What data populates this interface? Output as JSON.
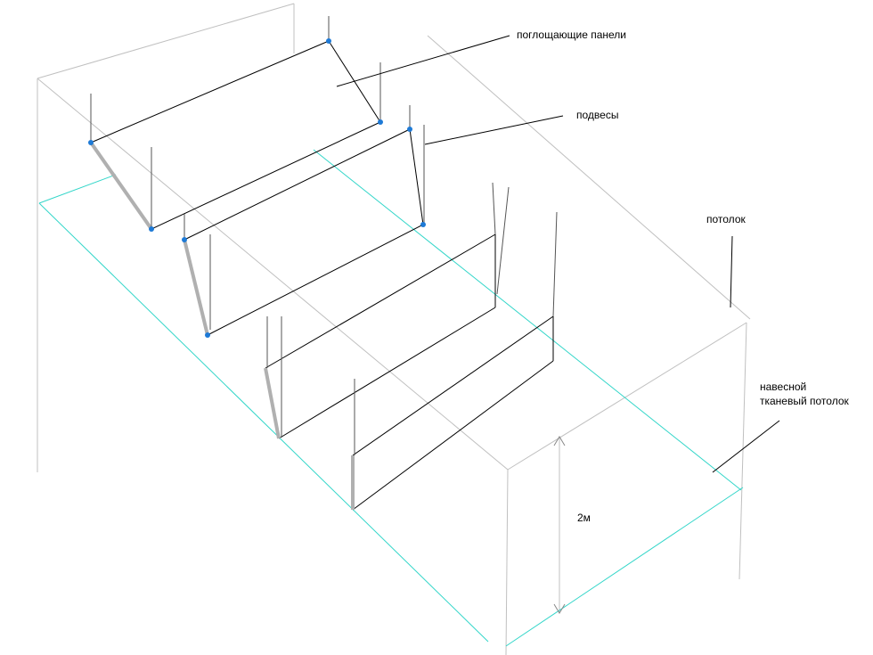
{
  "labels": {
    "panels": "поглощающие панели",
    "hangers": "подвесы",
    "ceiling": "потолок",
    "fabric_ceiling_line1": "навесной",
    "fabric_ceiling_line2": "тканевый потолок",
    "height": "2м"
  },
  "colors": {
    "room_edge": "#c0c0c0",
    "fabric_edge": "#33d6c9",
    "panel_edge": "#000000",
    "panel_side": "#b0b0b0",
    "node": "#1e7ad6",
    "leader": "#000000"
  }
}
